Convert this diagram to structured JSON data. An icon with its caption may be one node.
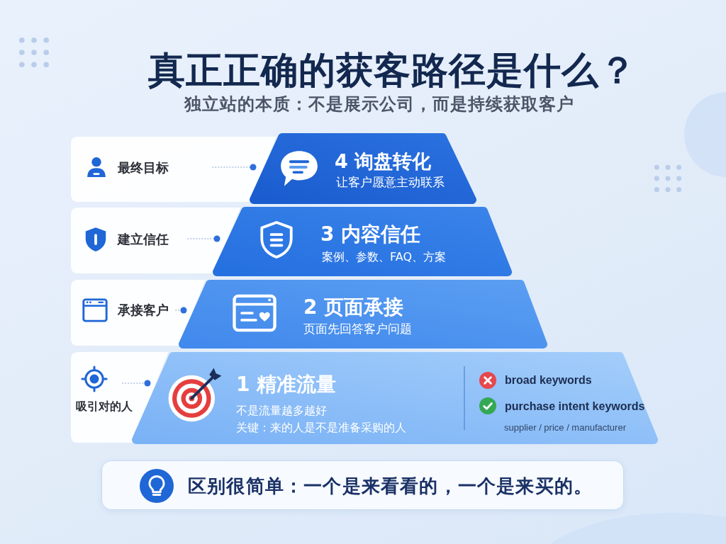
{
  "diagram": {
    "title": "真正正确的获客路径是什么？",
    "nodes": [
      {
        "text": [
          "最终目标"
        ]
      },
      {
        "text": [
          "4 询盘转化",
          "让客户愿意主动联系"
        ]
      },
      {
        "text": [
          "建立信任"
        ]
      },
      {
        "text": [
          "3 内容信任",
          "案例、参数、FAQ、方案"
        ]
      },
      {
        "text": [
          "承接客户"
        ]
      },
      {
        "text": [
          "2 页面承接",
          "页面先回答客户问题"
        ]
      },
      {
        "text": [
          "吸引对的人"
        ]
      },
      {
        "text": [
          "1 精准流量",
          "不是流量越多越好",
          "关键：来的人是不是准备采购的人",
          "broad keywords",
          "purchase intent keywords",
          "supplier / price / manufacturer"
        ]
      },
      {
        "text": [
          "区别很简单：一个是来看看的，一个是来买的。"
        ]
      }
    ],
    "edges": [
      {
        "from": 0,
        "to": 1,
        "arrow": "other",
        "style": "dashed"
      },
      {
        "from": 2,
        "to": 3,
        "arrow": "other",
        "style": "dashed"
      },
      {
        "from": 4,
        "to": 5,
        "arrow": "other",
        "style": "dashed"
      },
      {
        "from": 6,
        "to": 7,
        "arrow": "other",
        "style": "dashed"
      }
    ],
    "labels": [
      "独立站的本质：不是展示公司，而是持续获取客户"
    ]
  }
}
